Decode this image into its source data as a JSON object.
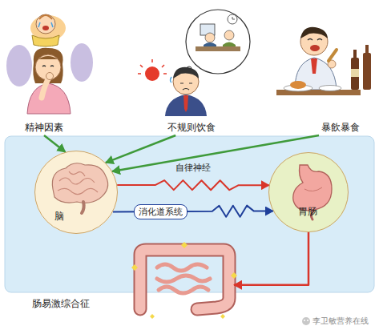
{
  "diagram": {
    "nodes": [
      {
        "text": [
          "精神因素"
        ]
      },
      {
        "text": [
          "不规则饮食"
        ]
      },
      {
        "text": [
          "暴飲暴食"
        ]
      },
      {
        "text": [
          "脑"
        ]
      },
      {
        "text": [
          "胃肠"
        ]
      },
      {
        "text": [
          "肠易激综合征"
        ]
      }
    ],
    "edges": [
      {
        "from": 0,
        "to": 3,
        "arrow": "to"
      },
      {
        "from": 1,
        "to": 3,
        "arrow": "to"
      },
      {
        "from": 2,
        "to": 3,
        "arrow": "to"
      },
      {
        "from": 3,
        "to": 4,
        "label": "自律神经",
        "arrow": "to"
      },
      {
        "from": 3,
        "to": 4,
        "label": "消化道系统",
        "arrow": "to"
      },
      {
        "from": 4,
        "to": 5,
        "arrow": "to"
      }
    ],
    "labels": [
      "李卫敏营养在线"
    ]
  }
}
